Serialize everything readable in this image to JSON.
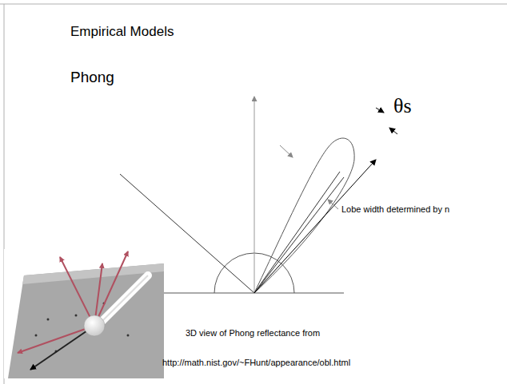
{
  "diagram": {
    "title": "Empirical Models",
    "labels": [
      "Phong",
      "θs",
      "Lobe width determined by n",
      "3D view of Phong reflectance from",
      "http://math.nist.gov/~FHunt/appearance/obl.html"
    ]
  }
}
